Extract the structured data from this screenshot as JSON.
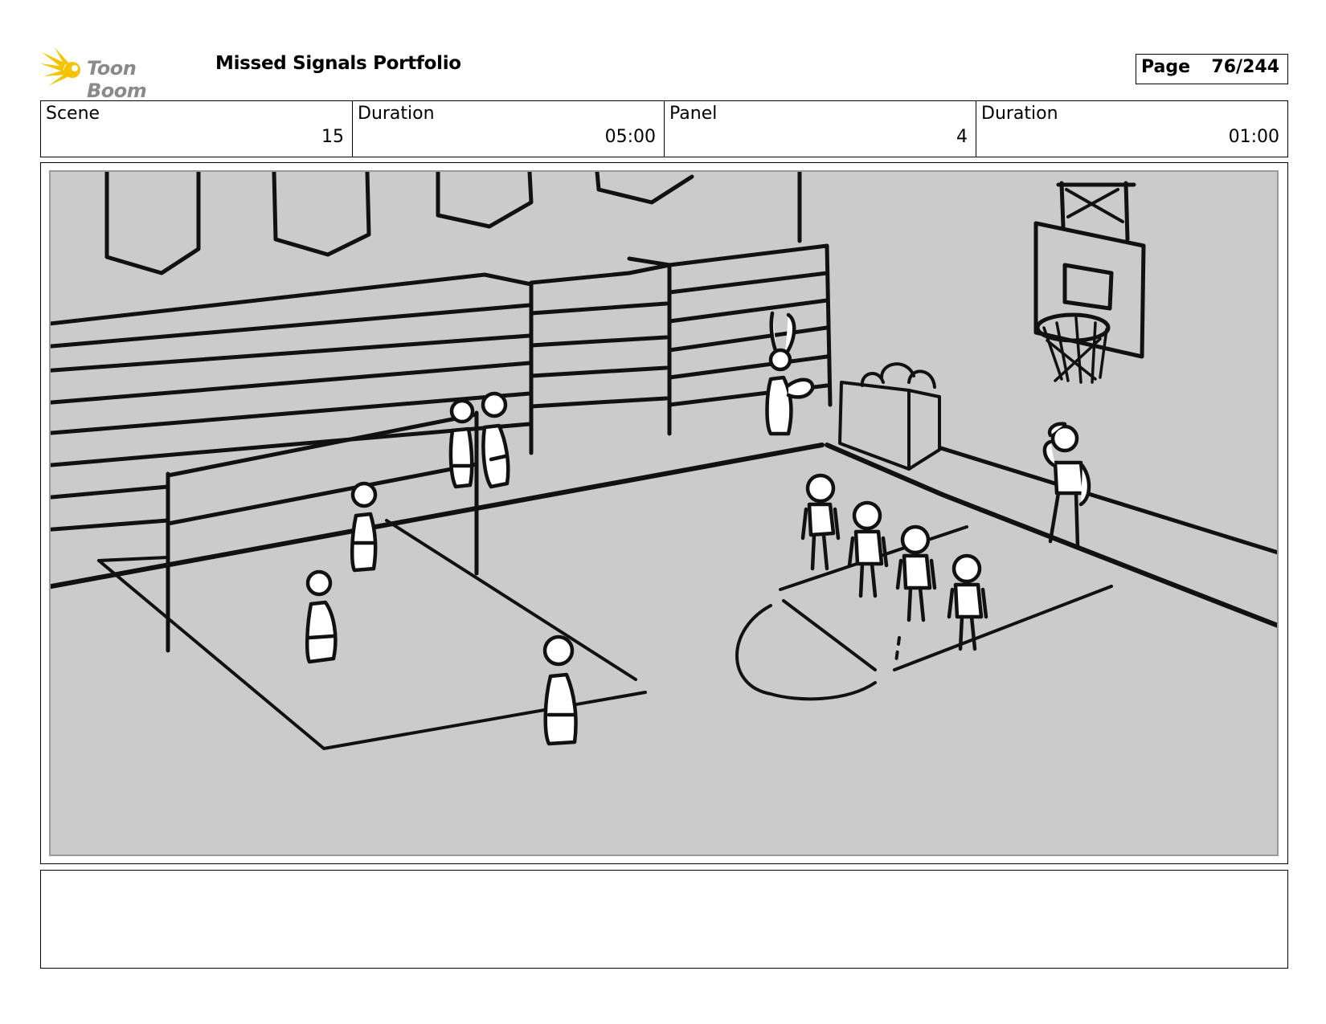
{
  "header": {
    "logo_text": "Toon Boom",
    "project_title": "Missed Signals Portfolio",
    "page_label": "Page",
    "page_value": "76/244"
  },
  "info": {
    "scene_label": "Scene",
    "scene_value": "15",
    "scene_duration_label": "Duration",
    "scene_duration_value": "05:00",
    "panel_label": "Panel",
    "panel_value": "4",
    "panel_duration_label": "Duration",
    "panel_duration_value": "01:00"
  },
  "panel": {
    "background_color": "#cbcbcb",
    "line_color": "#111111"
  },
  "colors": {
    "logo_accent": "#f5c400",
    "logo_text": "#8a8a8a"
  },
  "notes": {
    "text": ""
  }
}
